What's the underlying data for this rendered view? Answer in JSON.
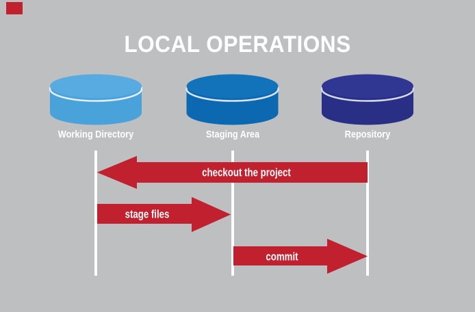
{
  "title": "LOCAL OPERATIONS",
  "colors": {
    "background": "#bdbfc1",
    "arrow_red": "#c1202f",
    "corner_mark_red": "#c1202f",
    "line_white": "#ffffff",
    "text_white": "#ffffff",
    "working_directory_top": "#58abe1",
    "working_directory_body": "#4aa2db",
    "working_directory_rim": "#e6edf4",
    "staging_area_top": "#1273bb",
    "staging_area_body": "#0d68b2",
    "staging_area_rim": "#dbe5ee",
    "repository_top": "#303792",
    "repository_body": "#292f85",
    "repository_rim": "#d5d8e7"
  },
  "nodes": [
    {
      "label": "Working Directory"
    },
    {
      "label": "Staging Area"
    },
    {
      "label": "Repository"
    }
  ],
  "arrows": [
    {
      "label": "checkout the project",
      "direction": "left",
      "from": "Repository",
      "to": "Working Directory"
    },
    {
      "label": "stage files",
      "direction": "right",
      "from": "Working Directory",
      "to": "Staging Area"
    },
    {
      "label": "commit",
      "direction": "right",
      "from": "Staging Area",
      "to": "Repository"
    }
  ]
}
